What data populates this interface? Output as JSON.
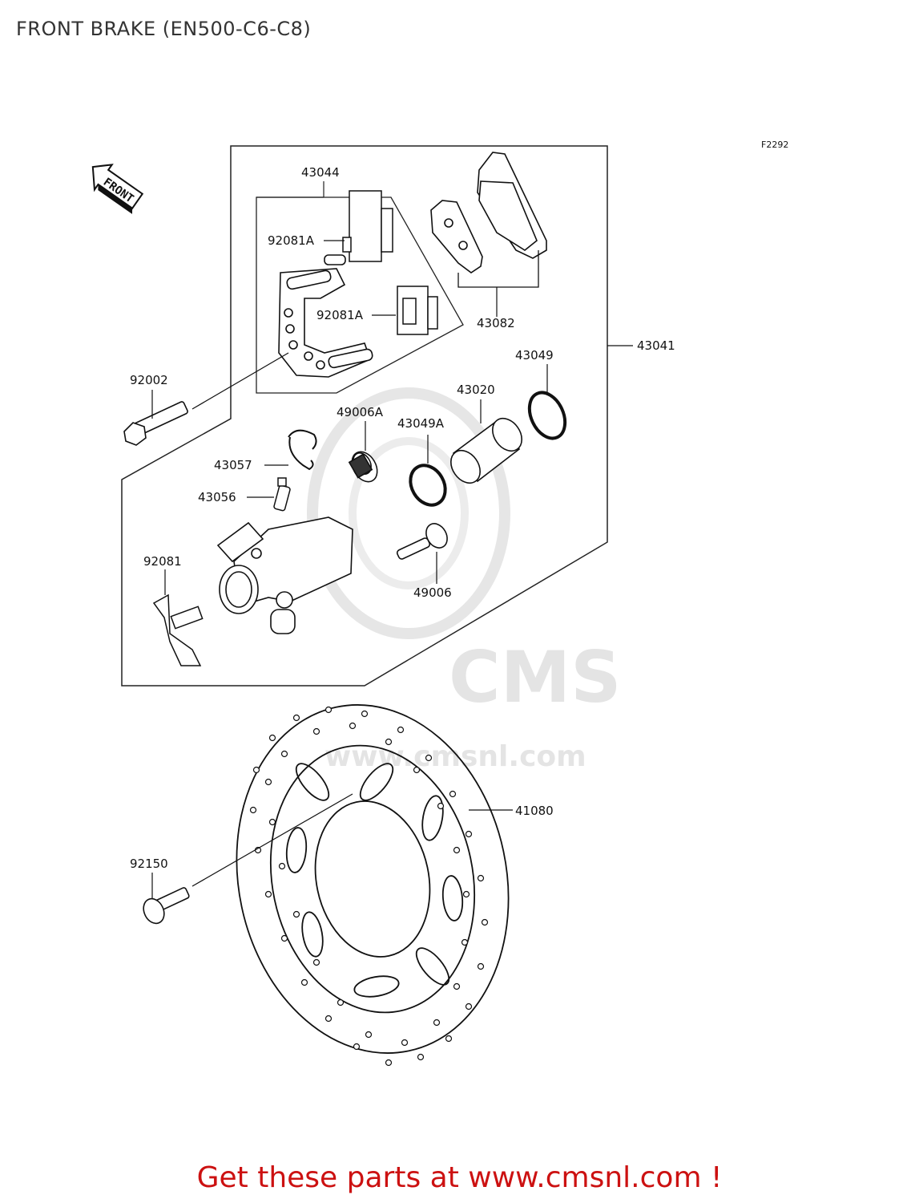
{
  "title": "FRONT BRAKE (EN500-C6-C8)",
  "figure_code": "F2292",
  "front_marker": "FRONT",
  "watermark": {
    "logo": "CMS",
    "url": "www.cmsnl.com"
  },
  "parts": [
    {
      "id": "p43044",
      "number": "43044"
    },
    {
      "id": "p92081A_1",
      "number": "92081A"
    },
    {
      "id": "p92081A_2",
      "number": "92081A"
    },
    {
      "id": "p43082",
      "number": "43082"
    },
    {
      "id": "p43041",
      "number": "43041"
    },
    {
      "id": "p43049",
      "number": "43049"
    },
    {
      "id": "p43020",
      "number": "43020"
    },
    {
      "id": "p92002",
      "number": "92002"
    },
    {
      "id": "p49006A",
      "number": "49006A"
    },
    {
      "id": "p43049A",
      "number": "43049A"
    },
    {
      "id": "p43057",
      "number": "43057"
    },
    {
      "id": "p43056",
      "number": "43056"
    },
    {
      "id": "p92081",
      "number": "92081"
    },
    {
      "id": "p49006",
      "number": "49006"
    },
    {
      "id": "p41080",
      "number": "41080"
    },
    {
      "id": "p92150",
      "number": "92150"
    }
  ],
  "footer": "Get these parts at www.cmsnl.com !"
}
